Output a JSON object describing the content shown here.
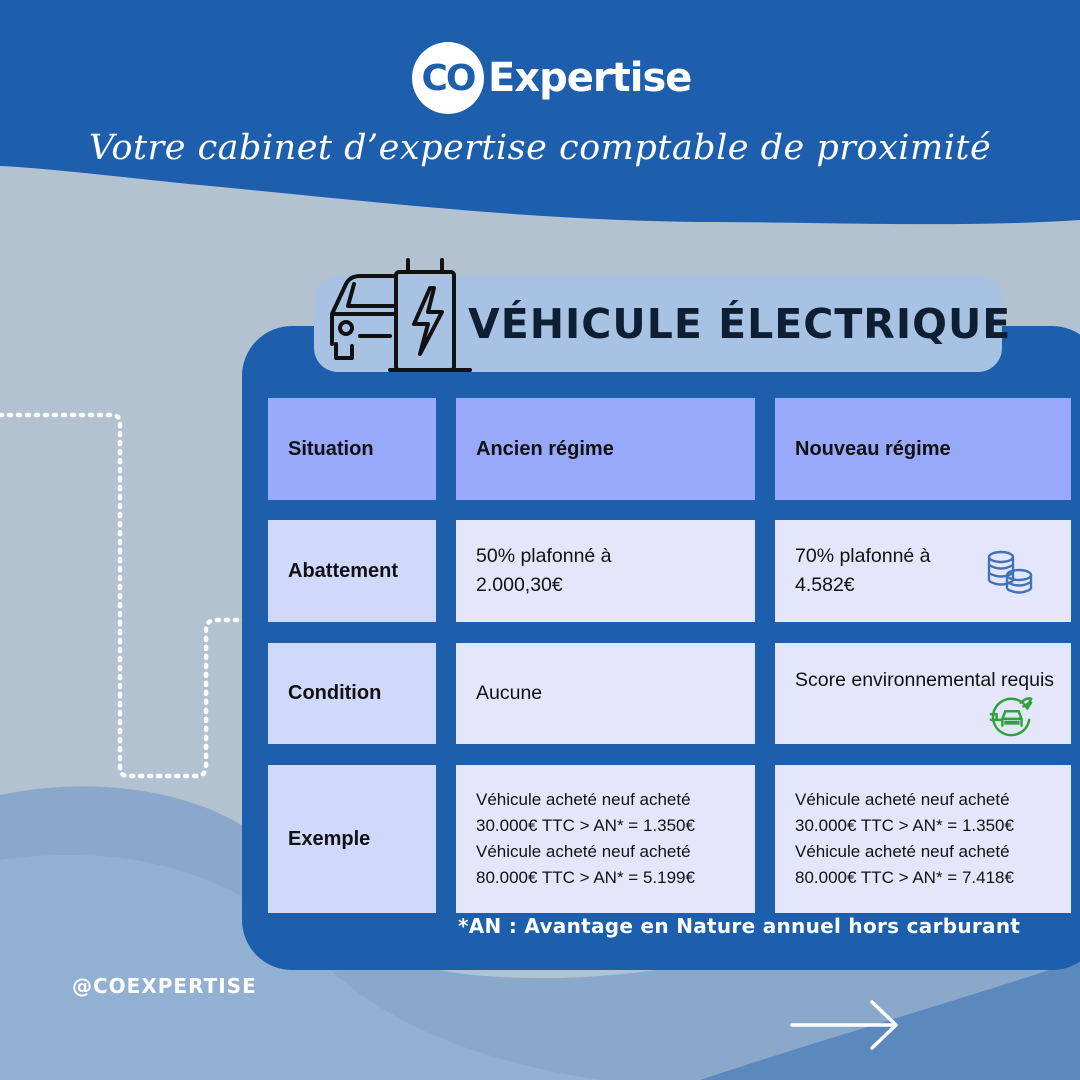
{
  "brand": {
    "logo_circle_text": "CO",
    "logo_text": "Expertise",
    "tagline": "Votre cabinet d’expertise comptable de proximité"
  },
  "card": {
    "title": "VÉHICULE ÉLECTRIQUE",
    "title_icon": "electric-car-charger-icon"
  },
  "table": {
    "headers": [
      "Situation",
      "Ancien régime",
      "Nouveau régime"
    ],
    "rows": [
      {
        "label": "Abattement",
        "old": "50% plafonné à 2.000,30€",
        "new": "70% plafonné à 4.582€",
        "new_icon": "coins-icon"
      },
      {
        "label": "Condition",
        "old": "Aucune",
        "new": "Score environnemental requis",
        "new_icon": "eco-car-icon"
      },
      {
        "label": "Exemple",
        "old_lines": [
          "Véhicule acheté neuf acheté",
          "30.000€ TTC > AN* = 1.350€",
          "Véhicule acheté neuf acheté",
          "80.000€ TTC > AN* = 5.199€"
        ],
        "new_lines": [
          "Véhicule acheté neuf acheté",
          "30.000€ TTC > AN* = 1.350€",
          "Véhicule acheté neuf acheté",
          "80.000€ TTC > AN* = 7.418€"
        ]
      }
    ]
  },
  "footnote": "*AN : Avantage en Nature annuel hors carburant",
  "handle": "@COEXPERTISE",
  "next_icon": "arrow-right-icon",
  "colors": {
    "brand_blue": "#1d5fad",
    "background": "#b2c2d1",
    "header_cell": "#98a9fb",
    "label_cell": "#d0d8fc",
    "value_cell": "#e4e7fb",
    "title_pill": "#a8c2e3"
  }
}
